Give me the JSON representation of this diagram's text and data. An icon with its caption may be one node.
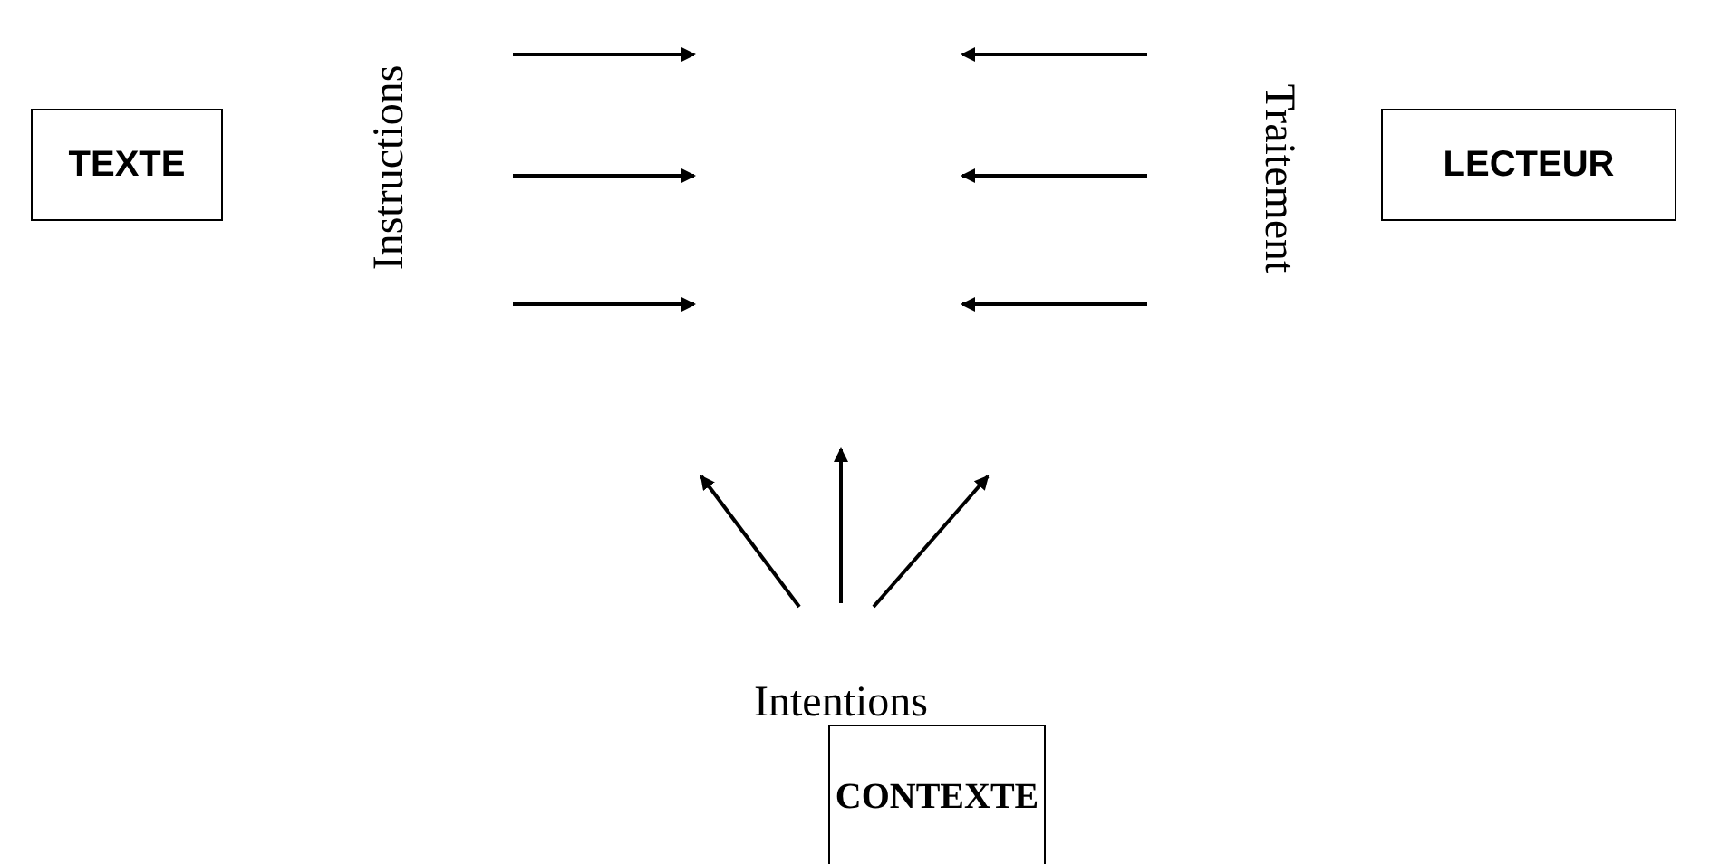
{
  "diagram": {
    "nodes": [
      {
        "text": [
          "TEXTE"
        ]
      },
      {
        "text": [
          "LECTEUR"
        ]
      },
      {
        "text": [
          "CONTEXTE"
        ]
      }
    ],
    "labels": [
      "Instructions",
      "Traitement",
      "Intentions"
    ]
  }
}
